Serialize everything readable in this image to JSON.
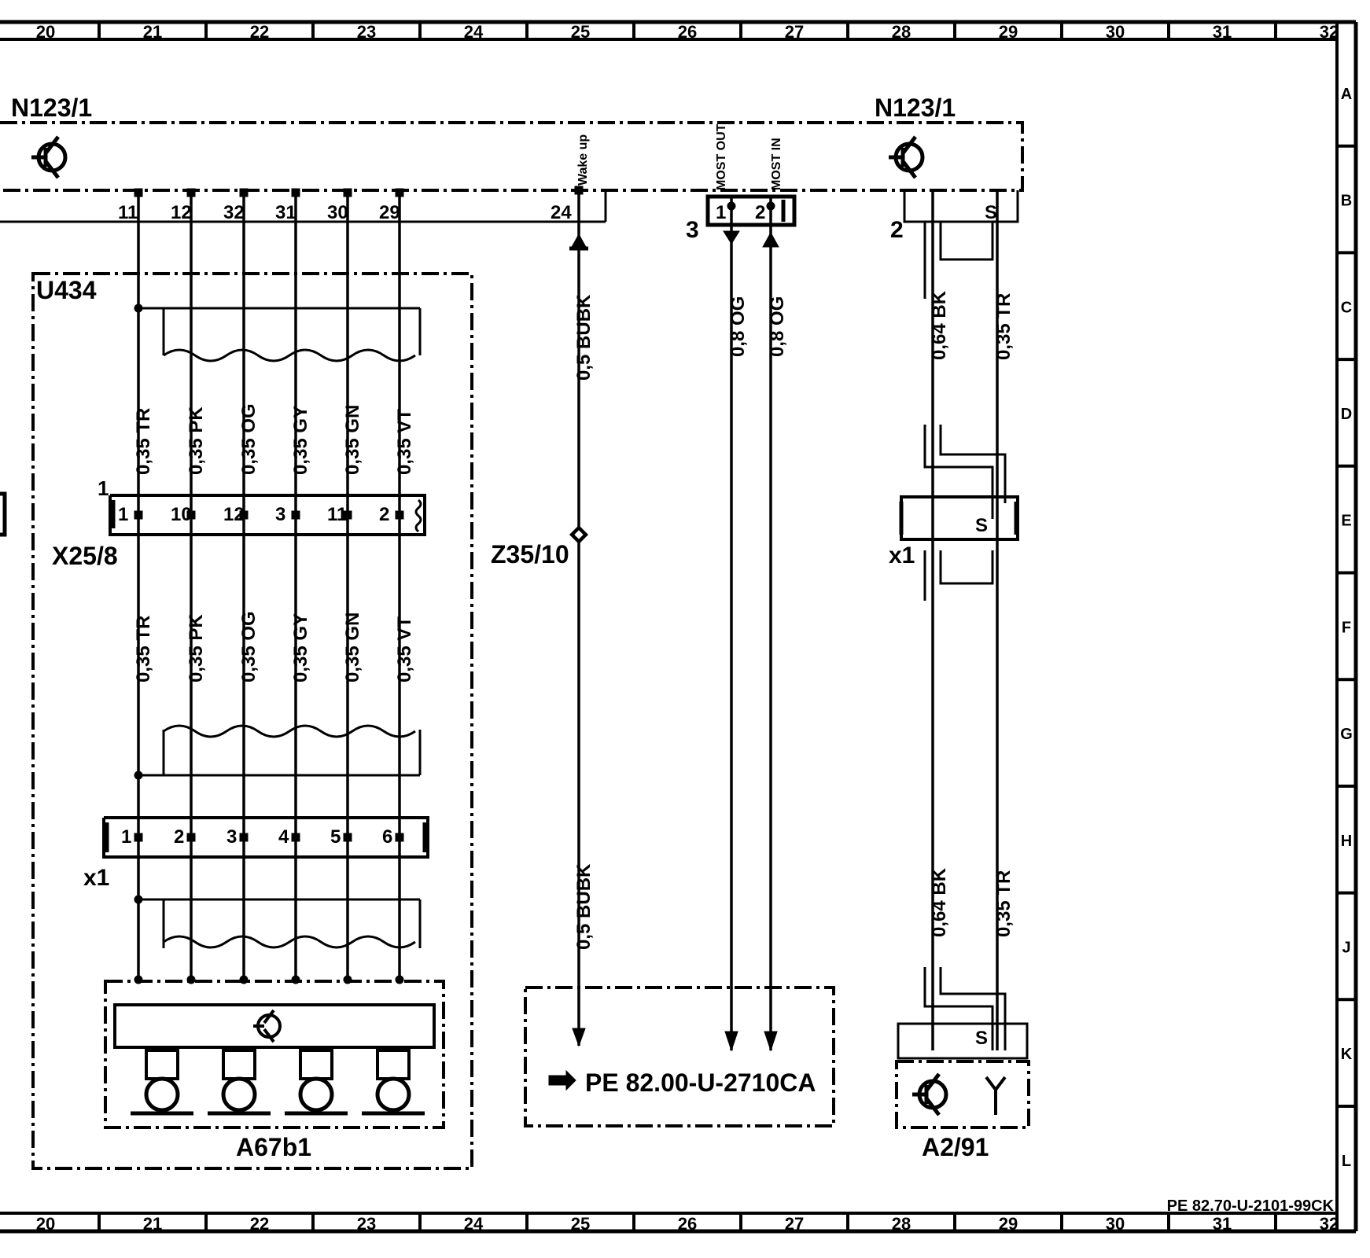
{
  "frame": {
    "columns": [
      "20",
      "21",
      "22",
      "23",
      "24",
      "25",
      "26",
      "27",
      "28",
      "29",
      "30",
      "31",
      "32"
    ],
    "rows": [
      "A",
      "B",
      "C",
      "D",
      "E",
      "F",
      "G",
      "H",
      "J",
      "K",
      "L"
    ],
    "doc_ref": "PE 82.70-U-2101-99CK"
  },
  "components": {
    "n123_left": "N123/1",
    "n123_right": "N123/1",
    "u434": "U434",
    "x25_8": "X25/8",
    "x25_8_num": "1",
    "x1_left": "x1",
    "a67b1": "A67b1",
    "z35_10": "Z35/10",
    "pe_ref_box": "PE 82.00-U-2710CA",
    "x1_right": "x1",
    "a2_91": "A2/91",
    "most_num": "3",
    "right_plug_num": "2"
  },
  "pins": {
    "top": [
      "11",
      "12",
      "32",
      "31",
      "30",
      "29"
    ],
    "x25_8": [
      "1",
      "10",
      "12",
      "3",
      "11",
      "2"
    ],
    "x1": [
      "1",
      "2",
      "3",
      "4",
      "5",
      "6"
    ],
    "wake": "24",
    "most": [
      "1",
      "2"
    ],
    "shield": "S"
  },
  "signals": {
    "wake_up": "Wake up",
    "most_out": "MOST OUT",
    "most_in": "MOST IN"
  },
  "wires": {
    "bundle_upper": [
      "0,35 TR",
      "0,35 PK",
      "0,35 OG",
      "0,35 GY",
      "0,35 GN",
      "0,35 VT"
    ],
    "bundle_lower": [
      "0,35 TR",
      "0,35 PK",
      "0,35 OG",
      "0,35 GY",
      "0,35 GN",
      "0,35 VT"
    ],
    "wake_upper": "0,5 BUBK",
    "wake_lower": "0,5 BUBK",
    "most_out": "0,8 OG",
    "most_in": "0,8 OG",
    "coax_bk_upper": "0,64 BK",
    "coax_tr_upper": "0,35 TR",
    "coax_bk_lower": "0,64 BK",
    "coax_tr_lower": "0,35 TR"
  }
}
